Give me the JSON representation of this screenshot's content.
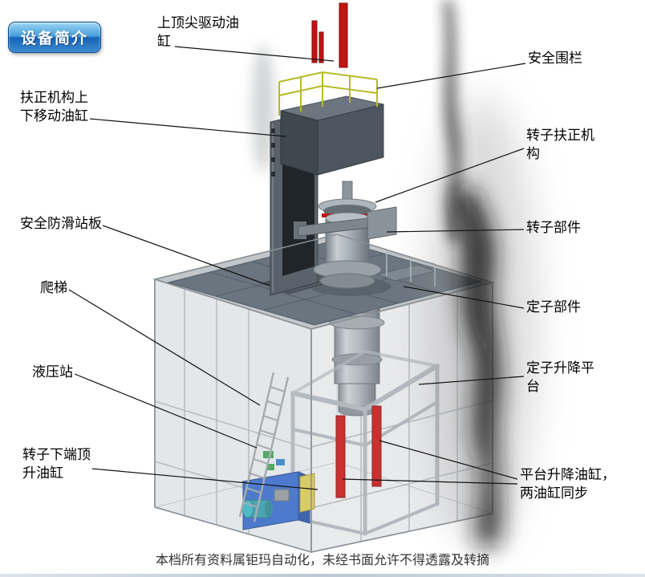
{
  "badge": {
    "label": "设备简介"
  },
  "footer": {
    "text": "本档所有资料属钜玛自动化，未经书面允许不得透露及转摘"
  },
  "labels": [
    {
      "id": "top-center-drive-cylinder",
      "text": "上顶尖驱动油\n缸"
    },
    {
      "id": "safety-fence",
      "text": "安全围栏"
    },
    {
      "id": "righting-mechanism-lift-cylinder",
      "text": "扶正机构上\n下移动油缸"
    },
    {
      "id": "rotor-righting-mechanism",
      "text": "转子扶正机\n构"
    },
    {
      "id": "anti-slip-standing-board",
      "text": "安全防滑站板"
    },
    {
      "id": "rotor-component",
      "text": "转子部件"
    },
    {
      "id": "ladder",
      "text": "爬梯"
    },
    {
      "id": "stator-component",
      "text": "定子部件"
    },
    {
      "id": "hydraulic-station",
      "text": "液压站"
    },
    {
      "id": "stator-lift-platform",
      "text": "定子升降平\n台"
    },
    {
      "id": "rotor-lower-jack-cylinder",
      "text": "转子下端顶\n升油缸"
    },
    {
      "id": "platform-lift-cylinders",
      "text": "平台升降油缸，\n两油缸同步"
    }
  ],
  "colors": {
    "cylinder_red": "#c41414",
    "fence_yellow": "#b7ba28",
    "hydraulic_blue": "#2f63c6",
    "badge_blue": "#1d6bc0",
    "deck_gray": "#6b757f"
  }
}
